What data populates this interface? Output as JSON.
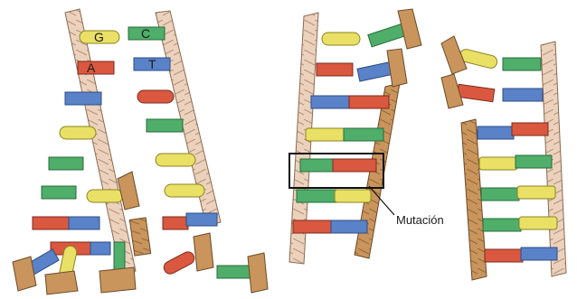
{
  "colors": {
    "backbone_light": "#ecd2bd",
    "backbone_dark": "#c9955c",
    "backbone_outline": "#8a6a52",
    "yellow": "#eae066",
    "green": "#4fae6a",
    "red": "#d9583f",
    "blue": "#5a82c8",
    "text": "#1a1a1a"
  },
  "labels": {
    "base_g": "G",
    "base_c": "C",
    "base_a": "A",
    "base_t": "T",
    "mutation": "Mutación"
  }
}
